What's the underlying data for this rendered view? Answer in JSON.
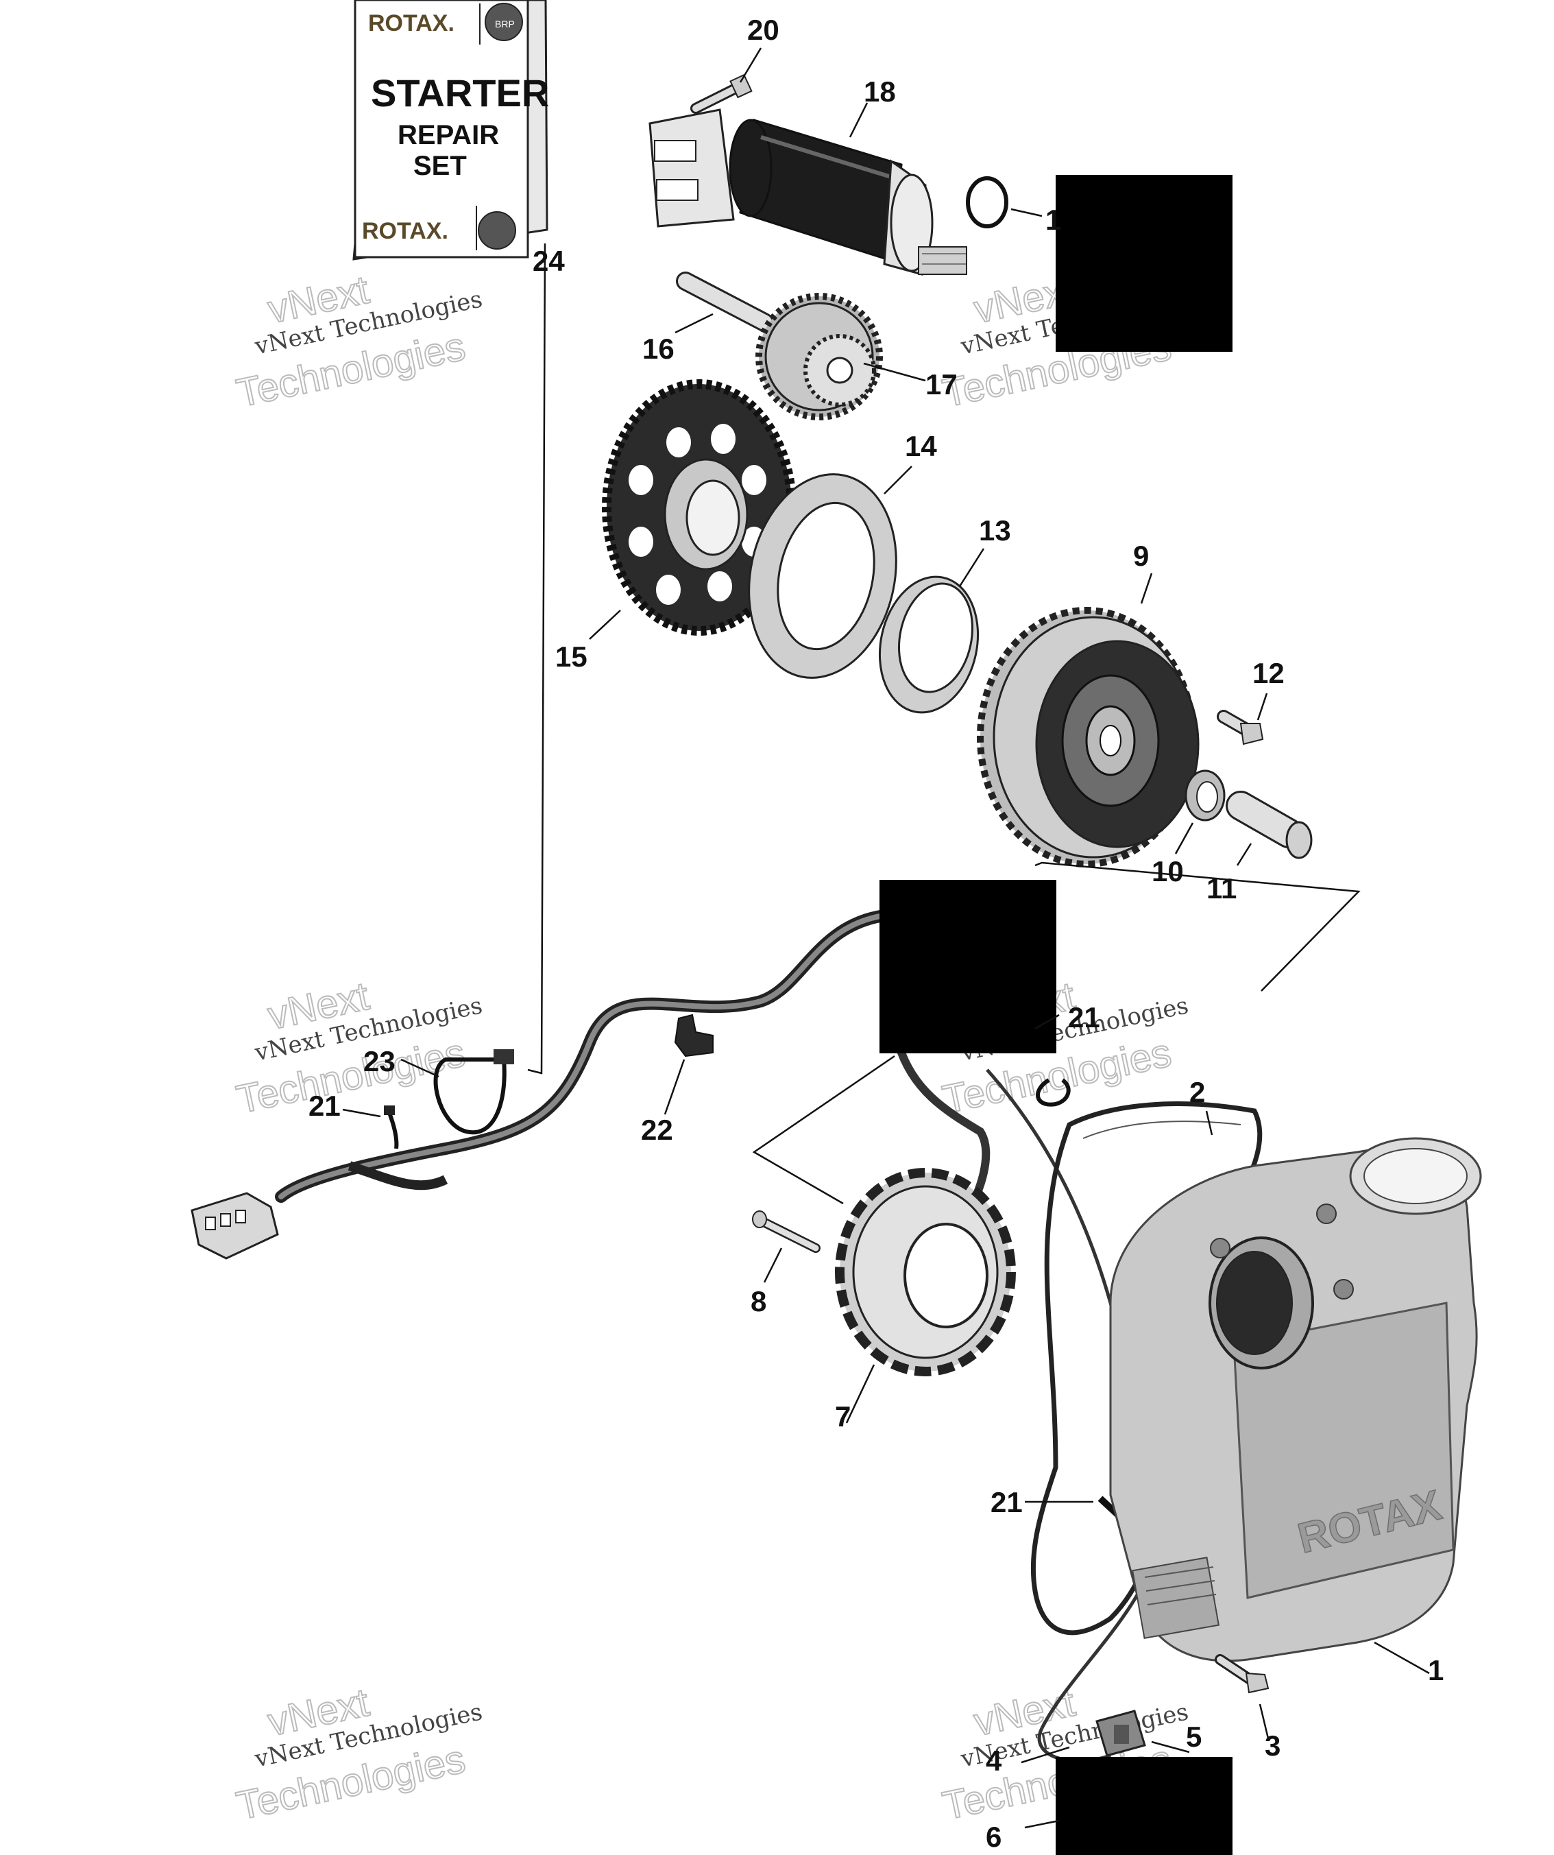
{
  "callouts": [
    {
      "id": "c1",
      "text": "1"
    },
    {
      "id": "c2",
      "text": "2"
    },
    {
      "id": "c3",
      "text": "3"
    },
    {
      "id": "c4",
      "text": "4"
    },
    {
      "id": "c5",
      "text": "5"
    },
    {
      "id": "c6",
      "text": "6"
    },
    {
      "id": "c7",
      "text": "7"
    },
    {
      "id": "c8",
      "text": "8"
    },
    {
      "id": "c9",
      "text": "9"
    },
    {
      "id": "c10",
      "text": "10"
    },
    {
      "id": "c11",
      "text": "11"
    },
    {
      "id": "c12",
      "text": "12"
    },
    {
      "id": "c13",
      "text": "13"
    },
    {
      "id": "c14",
      "text": "14"
    },
    {
      "id": "c15",
      "text": "15"
    },
    {
      "id": "c16",
      "text": "16"
    },
    {
      "id": "c17",
      "text": "17"
    },
    {
      "id": "c18",
      "text": "18"
    },
    {
      "id": "c19",
      "text": "1"
    },
    {
      "id": "c20",
      "text": "20"
    },
    {
      "id": "c21a",
      "text": "21"
    },
    {
      "id": "c21b",
      "text": "21"
    },
    {
      "id": "c21c",
      "text": "21"
    },
    {
      "id": "c22",
      "text": "22"
    },
    {
      "id": "c23",
      "text": "23"
    },
    {
      "id": "c24",
      "text": "24"
    }
  ],
  "kit": {
    "brand_top": "ROTAX.",
    "line1": "STARTER",
    "line2": "REPAIR",
    "line3": "SET",
    "brand_bottom": "ROTAX.",
    "badge": "BRP"
  },
  "cover_logo": "ROTAX",
  "watermark": {
    "line1": "vNext Technologies",
    "line2": "vNext",
    "line3": "Technologies"
  },
  "colors": {
    "part_light": "#d9d9d9",
    "part_mid": "#a8a8a8",
    "part_dark": "#2b2b2b",
    "line": "#111111"
  }
}
